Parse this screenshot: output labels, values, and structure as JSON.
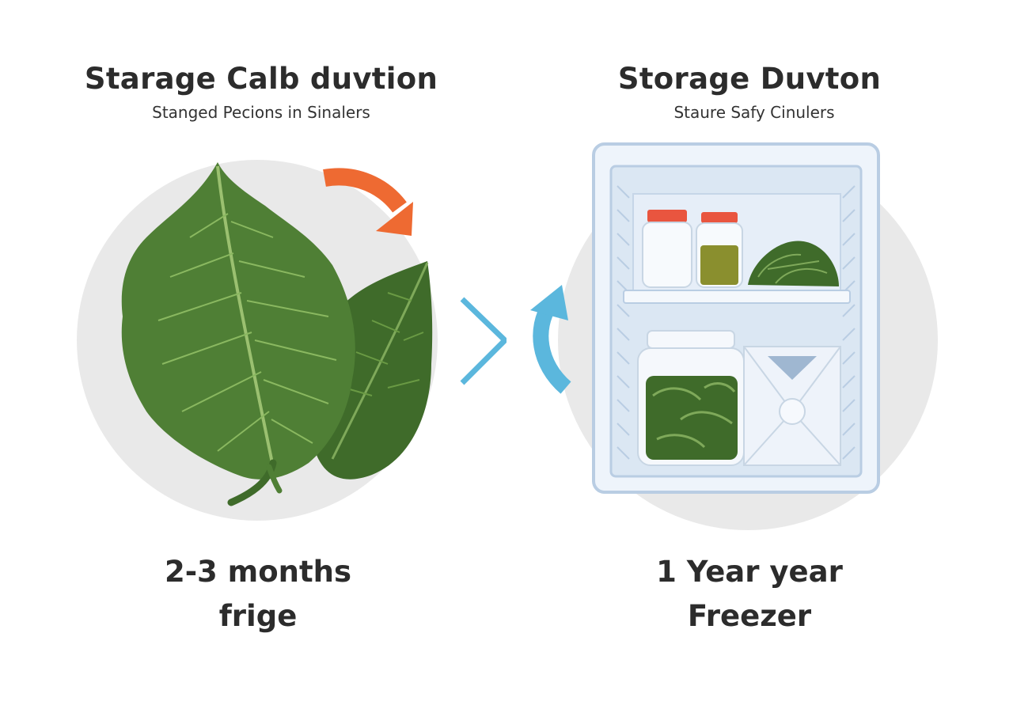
{
  "left": {
    "title": "Starage Calb duvtion",
    "subtitle": "Stanged Pecions in Sinalers",
    "caption_line1": "2-3 months",
    "caption_line2": "frige",
    "icon": "leaf-illustration"
  },
  "right": {
    "title": "Storage Duvton",
    "subtitle": "Staure Safy Cinulers",
    "caption_line1": "1 Year year",
    "caption_line2": "Freezer",
    "icon": "freezer-illustration"
  },
  "colors": {
    "leaf_dark": "#3f6b2a",
    "leaf_light": "#6a9a44",
    "arrow_orange": "#ee6a32",
    "arrow_blue": "#5bb7dd",
    "circle_bg": "#e9e9e9",
    "lid_red": "#e9553f"
  }
}
